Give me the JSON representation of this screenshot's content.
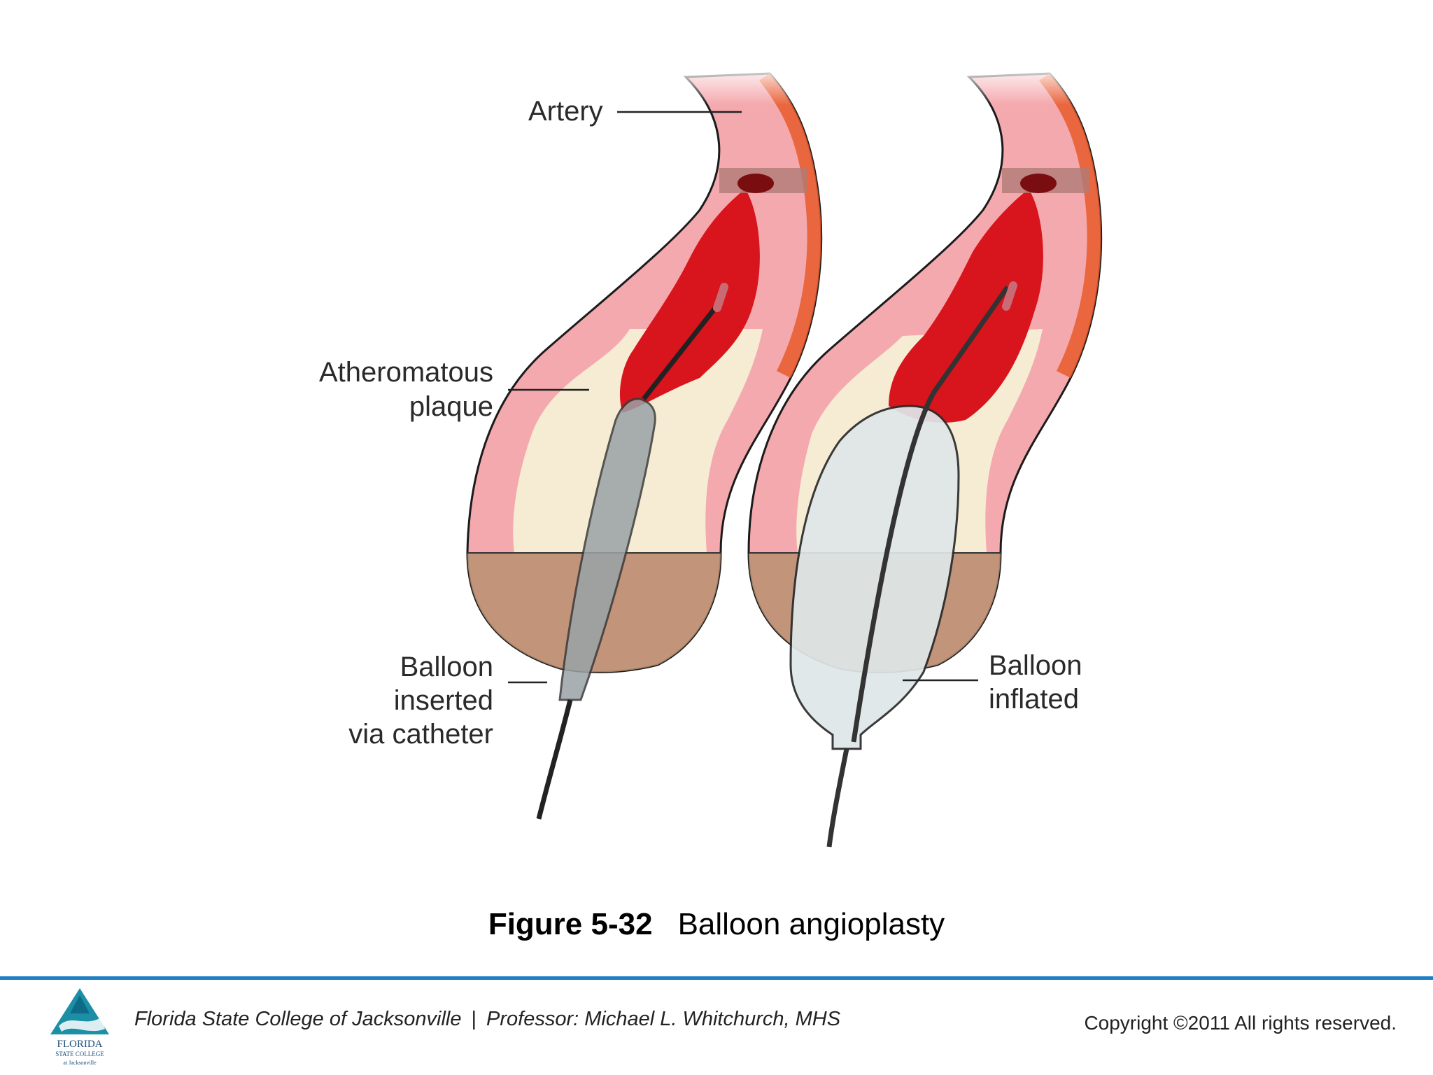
{
  "figure": {
    "labels": {
      "artery": "Artery",
      "plaque_line1": "Atheromatous",
      "plaque_line2": "plaque",
      "balloon_inserted_line1": "Balloon",
      "balloon_inserted_line2": "inserted",
      "balloon_inserted_line3": "via catheter",
      "balloon_inflated_line1": "Balloon",
      "balloon_inflated_line2": "inflated"
    },
    "colors": {
      "artery_outer": "#f08a8a",
      "artery_wall": "#f4a9ae",
      "plaque": "#f6ecd4",
      "lumen": "#d8141c",
      "balloon": "#d9e1e3",
      "catheter": "#222222"
    }
  },
  "caption": {
    "figure_number": "Figure 5-32",
    "title": "Balloon angioplasty"
  },
  "footer": {
    "institution": "Florida State College of Jacksonville",
    "separator": "|",
    "professor": "Professor: Michael L. Whitchurch, MHS",
    "copyright": "Copyright ©2011  All rights reserved.",
    "logo_text_line1": "FLORIDA",
    "logo_text_line2": "STATE COLLEGE",
    "logo_text_line3": "at Jacksonville"
  }
}
